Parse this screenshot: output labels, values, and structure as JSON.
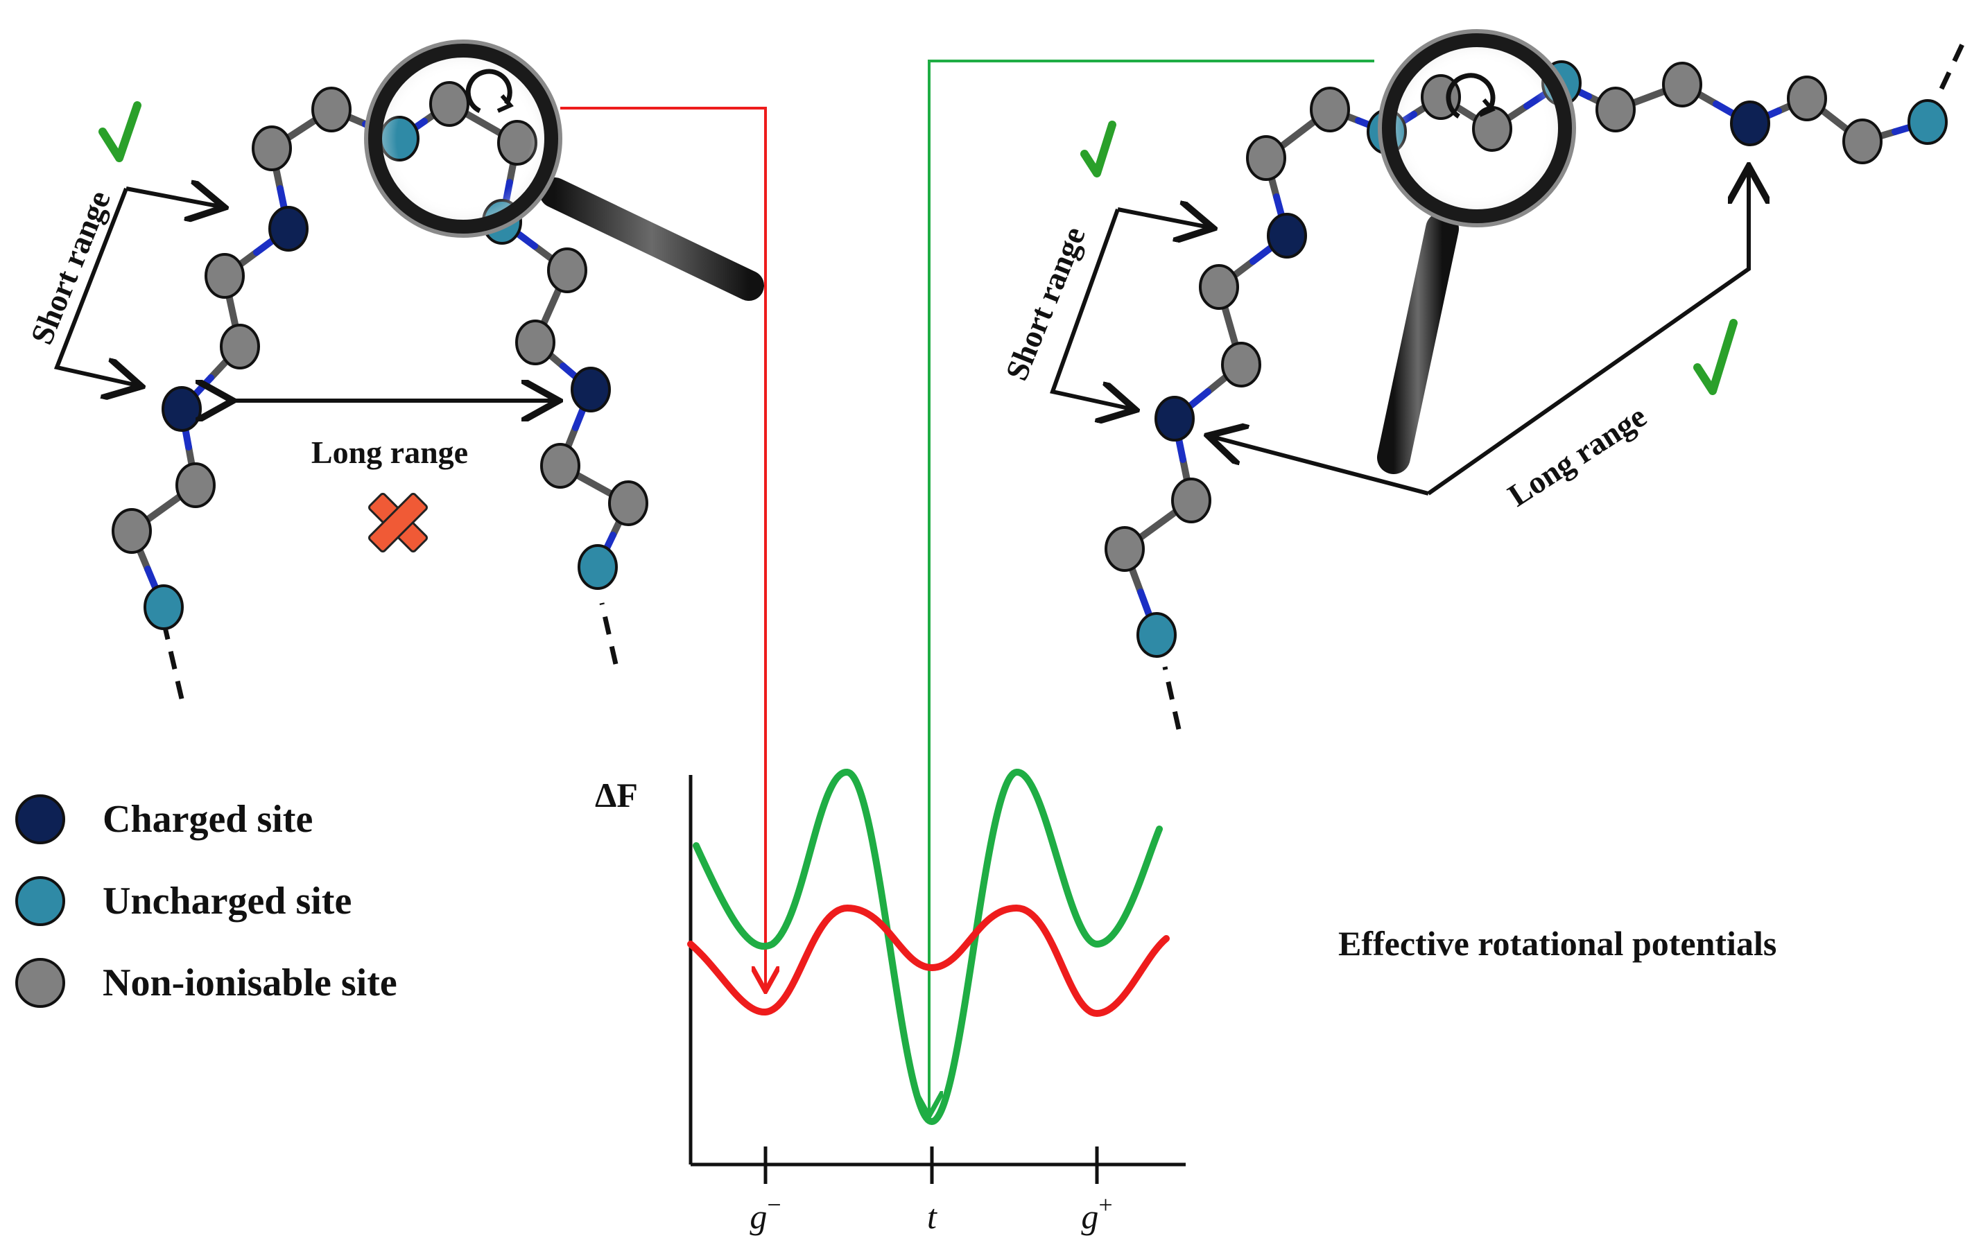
{
  "colors": {
    "charged": "#0d2154",
    "uncharged": "#2f8aa6",
    "non_ionisable": "#808080",
    "green_curve": "#1fad44",
    "red_curve": "#ee1c1c",
    "check": "#2aa02a",
    "cross": "#f05a36"
  },
  "legend": [
    {
      "label": "Charged site",
      "kind": "charged"
    },
    {
      "label": "Uncharged site",
      "kind": "uncharged"
    },
    {
      "label": "Non-ionisable site",
      "kind": "non_ionisable"
    }
  ],
  "left_panel": {
    "short_range_label": "Short range",
    "long_range_label": "Long range",
    "short_range_allowed": true,
    "long_range_allowed": false
  },
  "right_panel": {
    "short_range_label": "Short range",
    "long_range_label": "Long range",
    "short_range_allowed": true,
    "long_range_allowed": true
  },
  "plot": {
    "title": "Effective rotational potentials",
    "ylabel": "ΔF",
    "ticks": [
      {
        "base": "g",
        "sup": "−"
      },
      {
        "base": "t",
        "sup": ""
      },
      {
        "base": "g",
        "sup": "+"
      }
    ]
  }
}
